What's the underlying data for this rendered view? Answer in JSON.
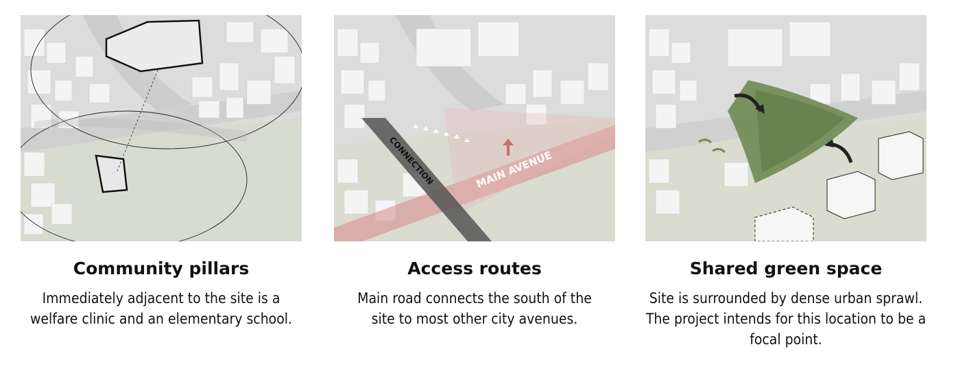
{
  "panels": [
    {
      "title": "Community pillars",
      "description_lines": [
        "Immediately adjacent to the site is a",
        "welfare clinic and an elementary school."
      ]
    },
    {
      "title": "Access routes",
      "description_lines": [
        "Main road connects the south of the",
        "site to most other city avenues."
      ],
      "map_labels": {
        "connection": "CONNECTION",
        "main_avenue": "MAIN AVENUE"
      }
    },
    {
      "title": "Shared green space",
      "description_lines": [
        "Site is surrounded by dense urban sprawl.",
        "The project intends for this location to be a",
        "focal point."
      ]
    }
  ],
  "colors": {
    "road_highlight": "#d9878a",
    "connection_band": "#555555",
    "green_space": "#6f8a52",
    "ground": "#d8dccf"
  }
}
